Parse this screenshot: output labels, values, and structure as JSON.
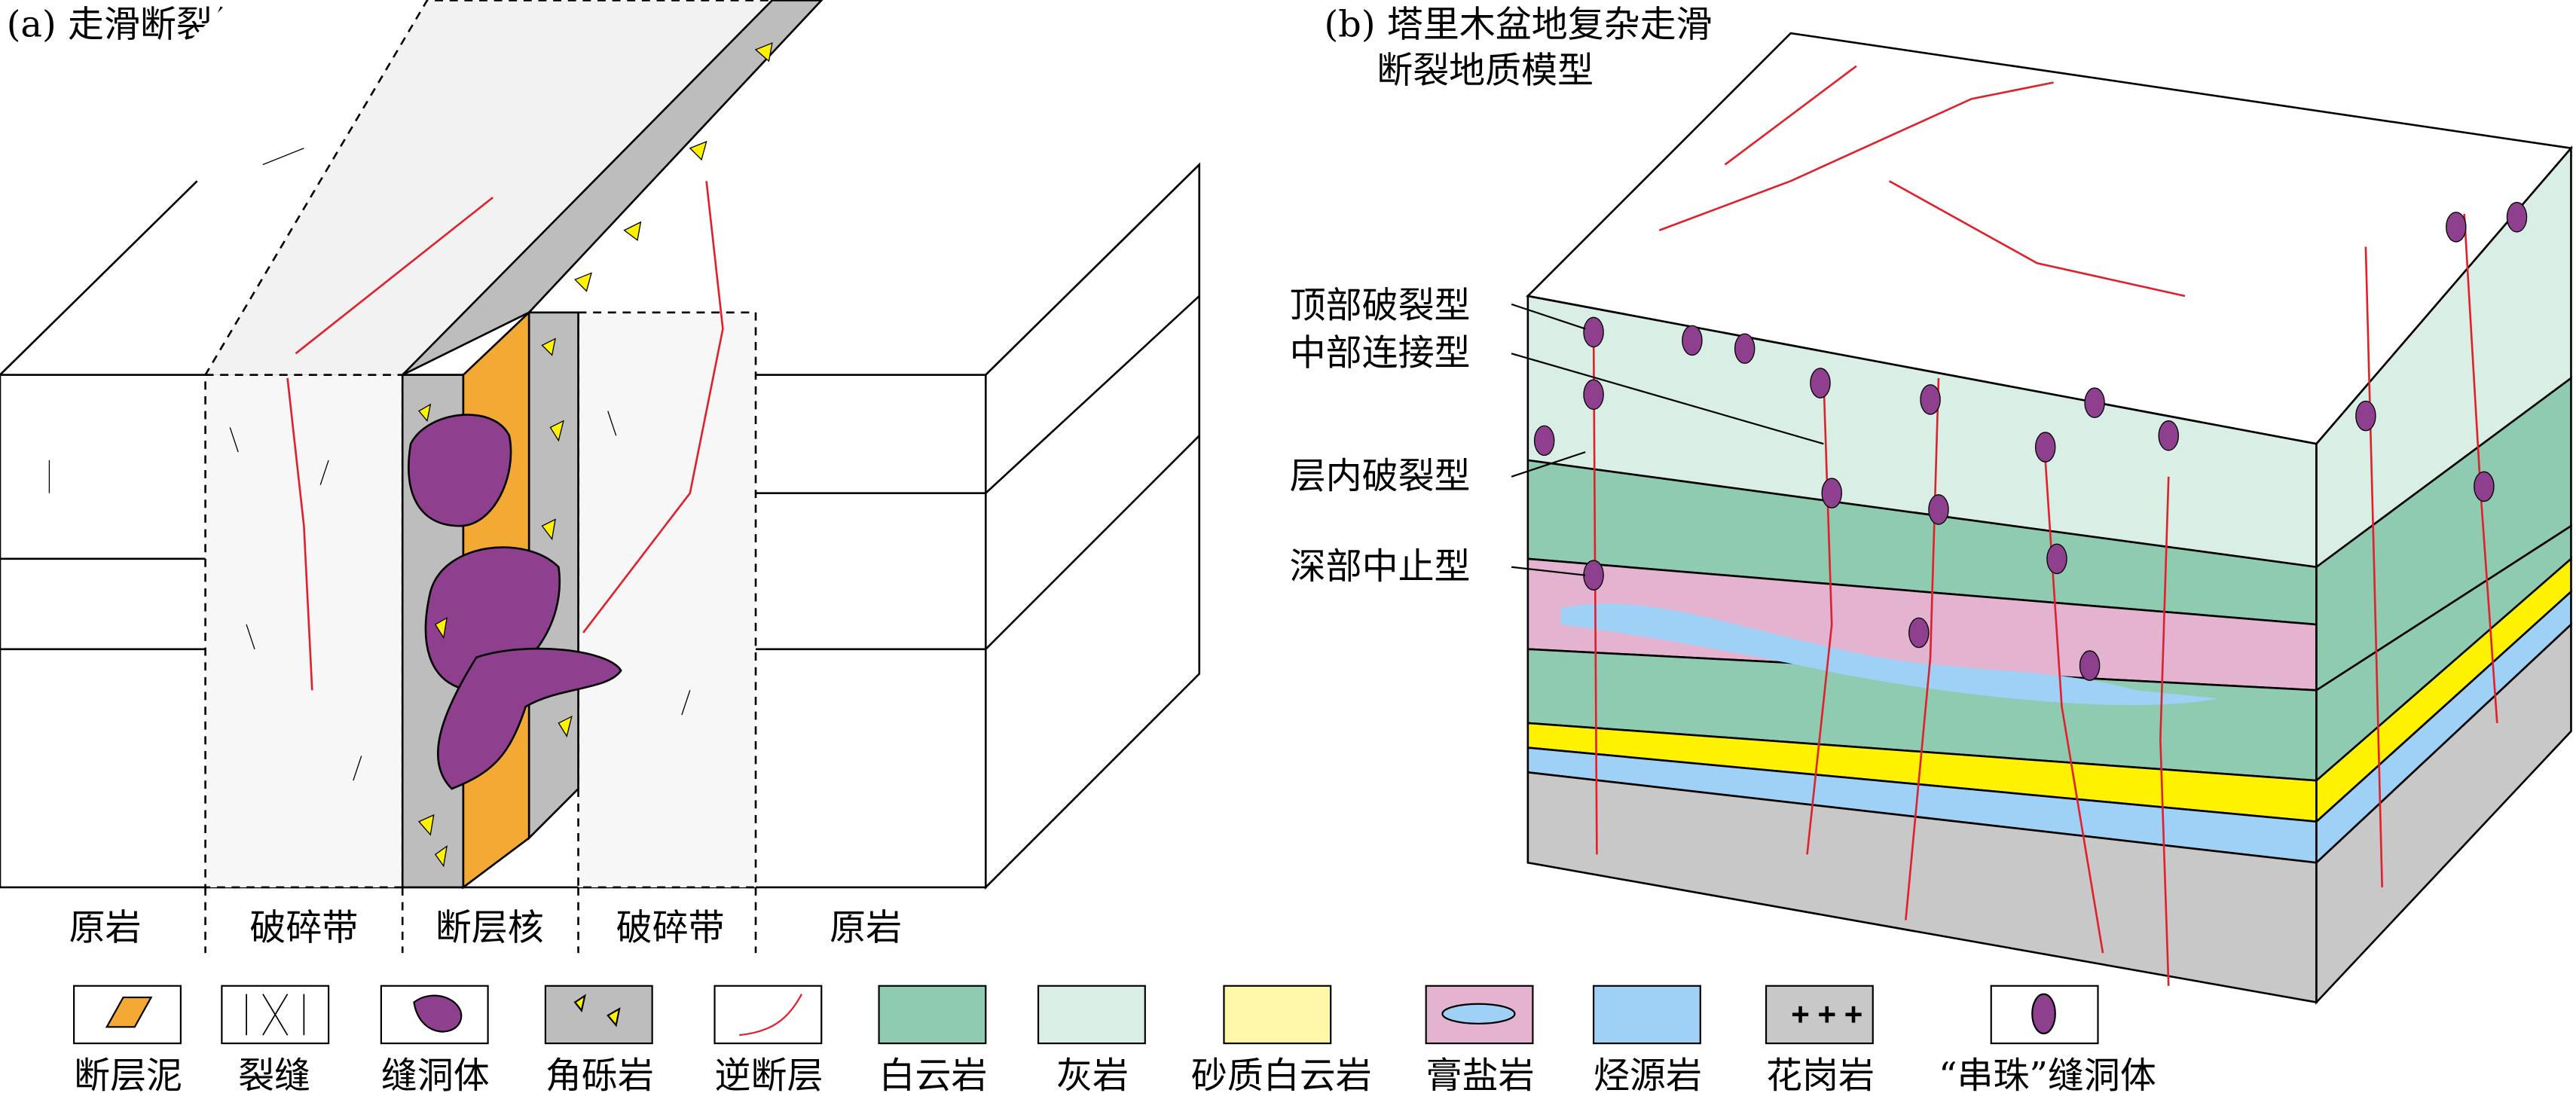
{
  "panel_a": {
    "title": "(a) 走滑断裂结构模型",
    "zones": [
      "原岩",
      "破碎带",
      "断层核",
      "破碎带",
      "原岩"
    ]
  },
  "panel_b": {
    "title_line1": "(b) 塔里木盆地复杂走滑",
    "title_line2": "断裂地质模型",
    "annotations": [
      "顶部破裂型",
      "中部连接型",
      "层内破裂型",
      "深部中止型"
    ]
  },
  "legend": [
    {
      "label": "断层泥",
      "color": "#f4a935"
    },
    {
      "label": "裂缝",
      "color": "#ffffff"
    },
    {
      "label": "缝洞体",
      "color": "#8e3f8e"
    },
    {
      "label": "角砾岩",
      "color": "#bdbdbd"
    },
    {
      "label": "逆断层",
      "color": "#e0202a"
    },
    {
      "label": "白云岩",
      "color": "#8fcbb0"
    },
    {
      "label": "灰岩",
      "color": "#d9efe6"
    },
    {
      "label": "砂质白云岩",
      "color": "#fff7a8"
    },
    {
      "label": "膏盐岩",
      "color": "#e3b3d0"
    },
    {
      "label": "烃源岩",
      "color": "#9fd0f5"
    },
    {
      "label": "花岗岩",
      "color": "#c8c8c8"
    },
    {
      "label": "“串珠”缝洞体",
      "color": "#8e3f8e"
    }
  ]
}
